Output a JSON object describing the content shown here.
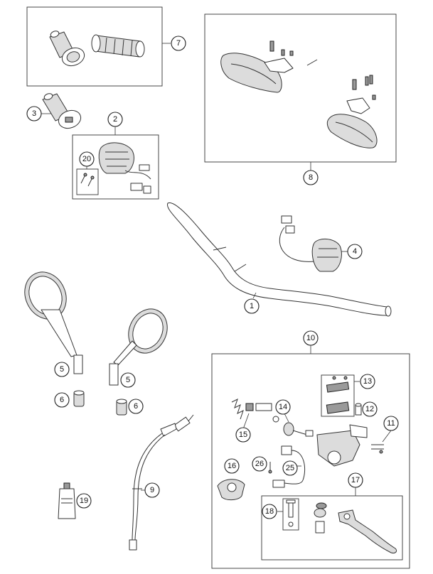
{
  "callouts": {
    "c1": "1",
    "c2": "2",
    "c3": "3",
    "c4": "4",
    "c5a": "5",
    "c5b": "5",
    "c6a": "6",
    "c6b": "6",
    "c7": "7",
    "c8": "8",
    "c9": "9",
    "c10": "10",
    "c11": "11",
    "c12": "12",
    "c13": "13",
    "c14": "14",
    "c15": "15",
    "c16": "16",
    "c17": "17",
    "c18": "18",
    "c19": "19",
    "c20": "20",
    "c25": "25",
    "c26": "26"
  }
}
